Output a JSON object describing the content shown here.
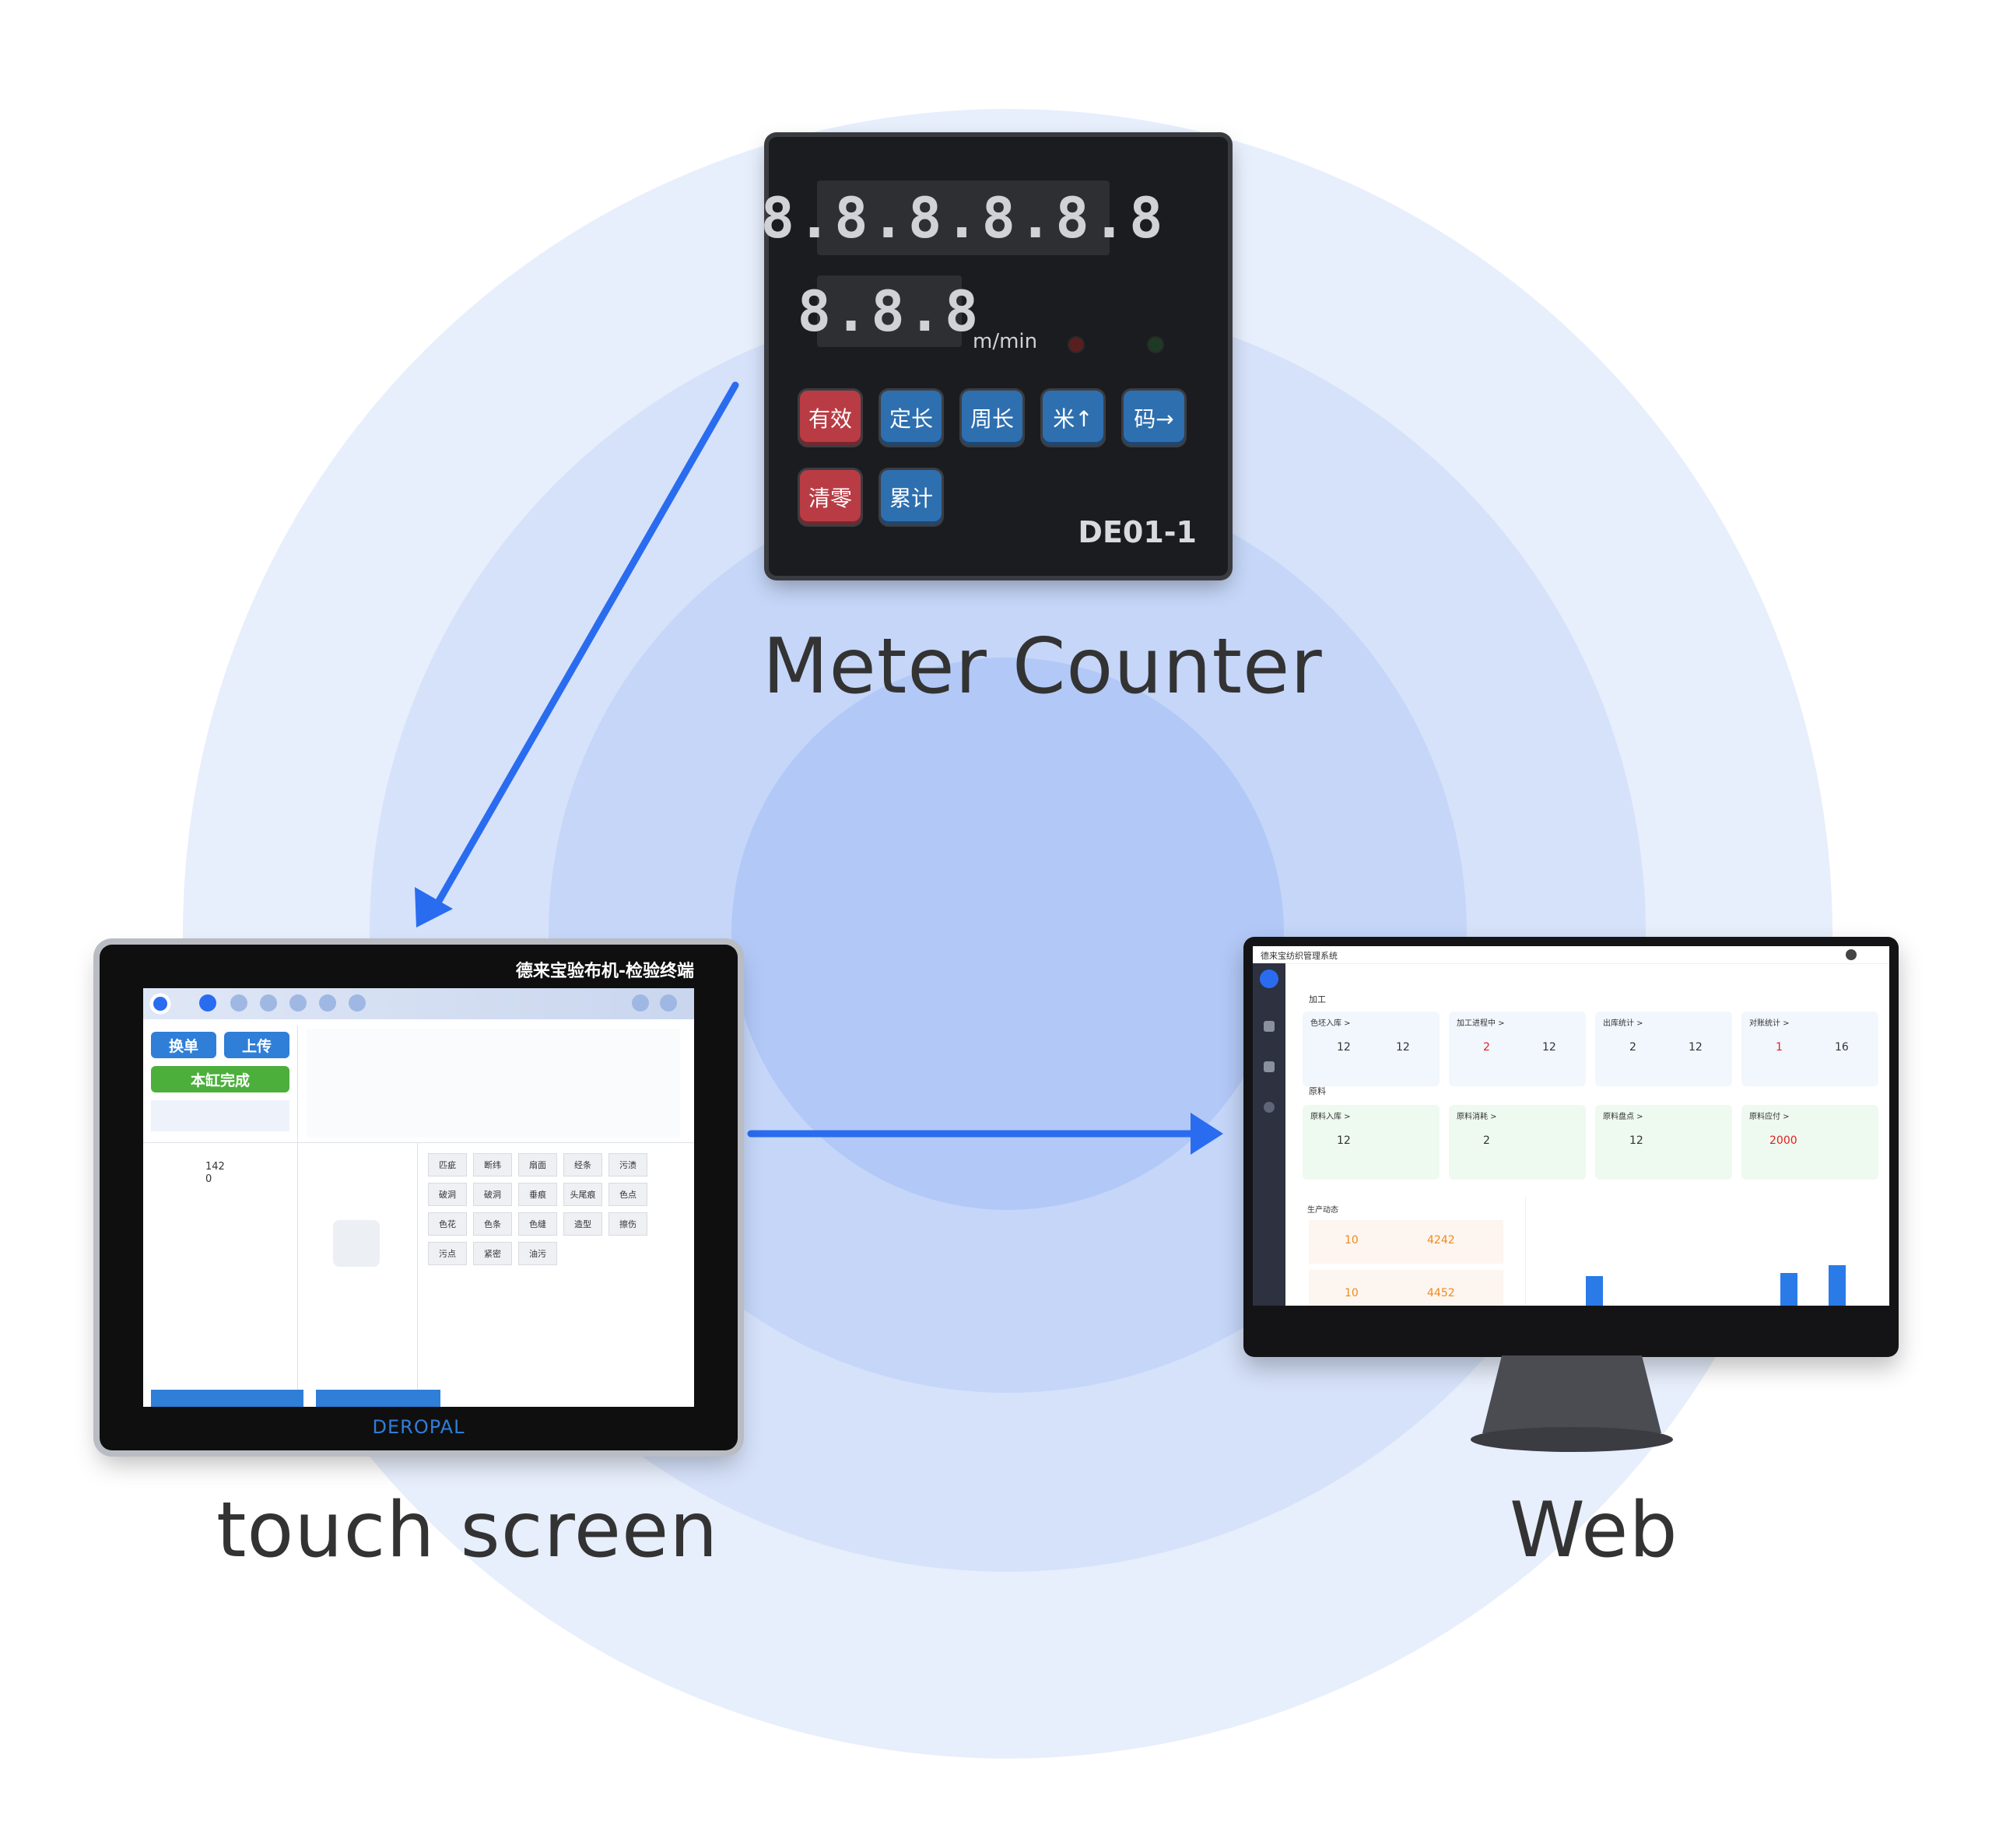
{
  "labels": {
    "meter": "Meter Counter",
    "touch": "touch screen",
    "web": "Web"
  },
  "meter": {
    "display_top": "8.8.8.8.8.8",
    "display_bottom": "8.8.8",
    "unit": "m/min",
    "model": "DE01-1",
    "buttons": [
      "有效",
      "定长",
      "周长",
      "米↑",
      "码→",
      "清零",
      "累计"
    ]
  },
  "tablet": {
    "title": "德来宝验布机-检验终端",
    "brand": "DEROPAL",
    "btn_change": "换单",
    "btn_upload": "上传",
    "btn_done": "本缸完成",
    "counter_1": "142",
    "counter_2": "0",
    "defects": [
      "匹疵",
      "断纬",
      "扇面",
      "经条",
      "污渍",
      "破洞",
      "破洞",
      "垂痕",
      "头尾痕",
      "色点",
      "色花",
      "色条",
      "色缝",
      "造型",
      "擦伤",
      "污点",
      "紧密",
      "油污"
    ]
  },
  "web": {
    "title": "德来宝纺织管理系统",
    "section_process": "加工",
    "section_material": "原料",
    "section_production": "生产动态",
    "cards": [
      {
        "title": "色坯入库 >",
        "v1": "12",
        "v2": "12",
        "color": "#333333"
      },
      {
        "title": "加工进程中 >",
        "v1": "2",
        "v2": "12",
        "color": "#e02020"
      },
      {
        "title": "出库统计 >",
        "v1": "2",
        "v2": "12",
        "color": "#333333"
      },
      {
        "title": "对账统计 >",
        "v1": "1",
        "v2": "16",
        "color": "#e02020"
      },
      {
        "title": "原料入库 >",
        "v1": "12",
        "v2": "",
        "color": "#333333"
      },
      {
        "title": "原料消耗 >",
        "v1": "2",
        "v2": "",
        "color": "#333333"
      },
      {
        "title": "原料盘点 >",
        "v1": "12",
        "v2": "",
        "color": "#333333"
      },
      {
        "title": "原料应付 >",
        "v1": "2000",
        "v2": "",
        "color": "#e02020"
      }
    ],
    "prod_1": "10",
    "prod_2": "4242",
    "prod_3": "10",
    "prod_4": "4452"
  },
  "colors": {
    "arrow": "#2a6cf0",
    "ring": "#dfe8fb",
    "meter_red": "#b93c44",
    "meter_blue": "#2e6fb0"
  }
}
